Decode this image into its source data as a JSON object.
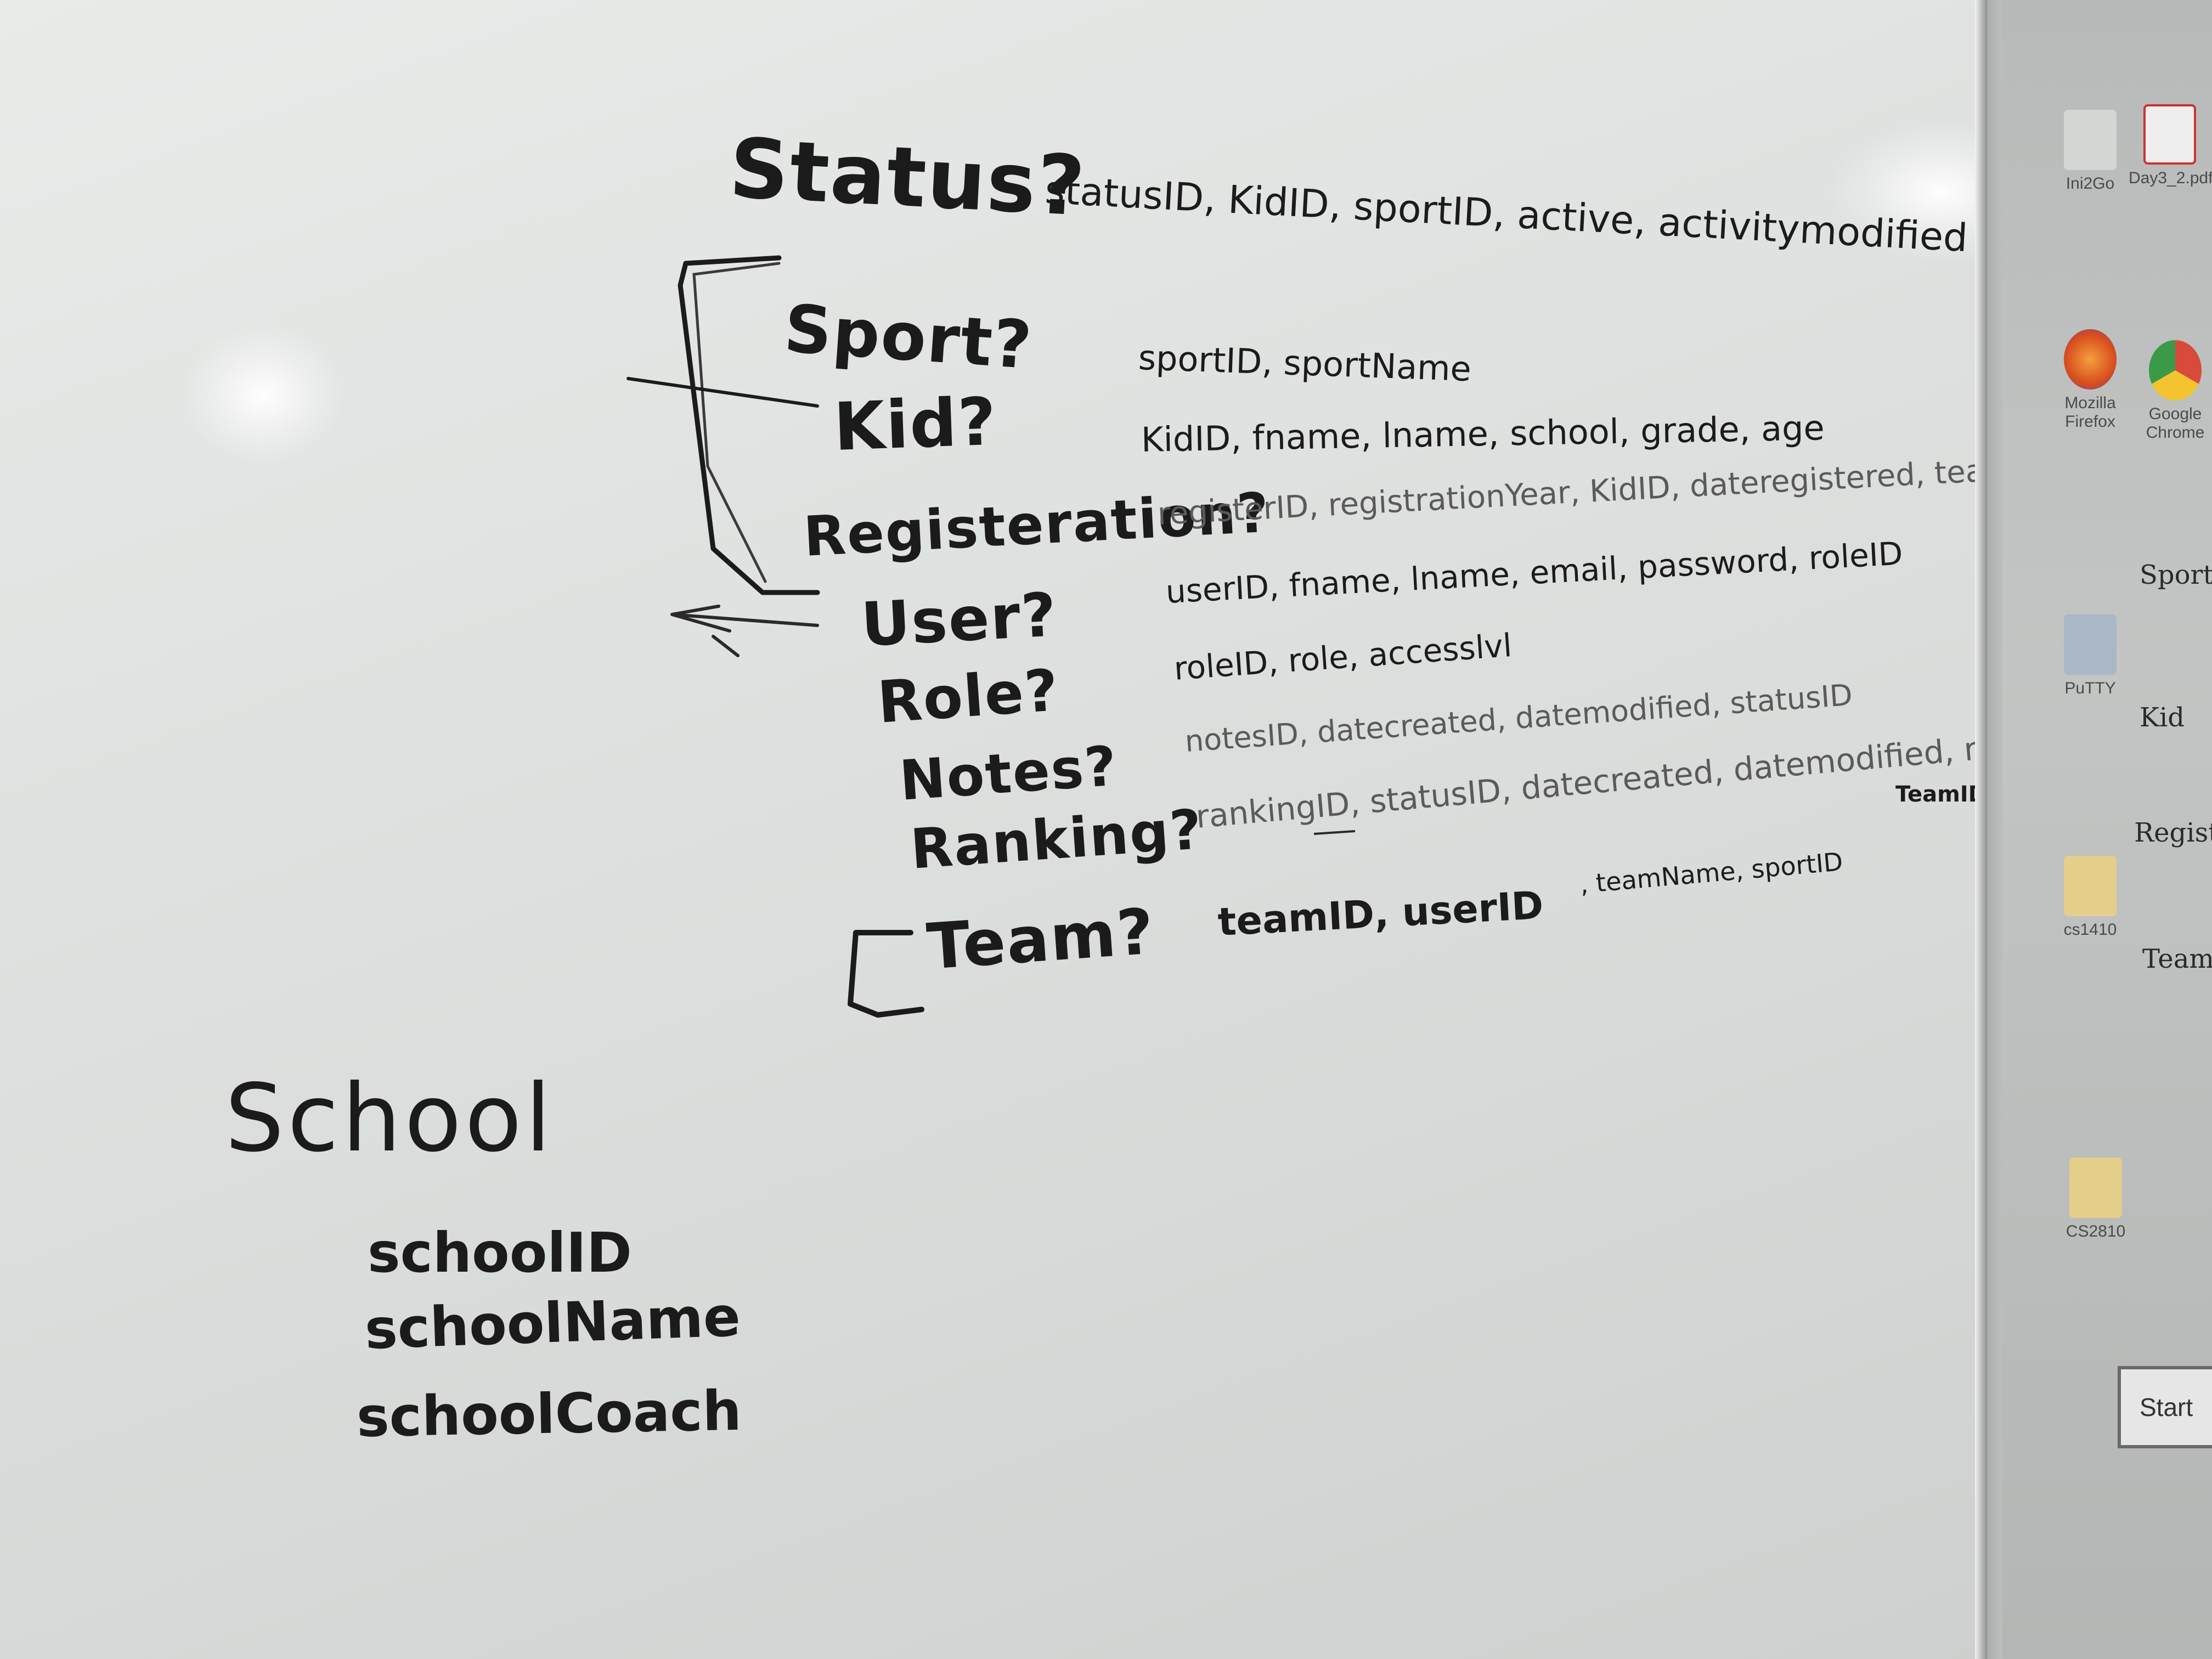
{
  "entities": [
    {
      "name": "Status?",
      "fields": "statusID, KidID, sportID, active, activitymodified"
    },
    {
      "name": "Sport?",
      "fields": "sportID, sportName"
    },
    {
      "name": "Kid?",
      "fields": "KidID, fname, lname, school, grade, age"
    },
    {
      "name": "Registeration?",
      "fields": "registerID, registrationYear, KidID, dateregistered, teamID"
    },
    {
      "name": "User?",
      "fields": "userID, fname, lname, email, password, roleID"
    },
    {
      "name": "Role?",
      "fields": "roleID, role, accesslvl"
    },
    {
      "name": "Notes?",
      "fields": "notesID, datecreated, datemodified, statusID"
    },
    {
      "name": "Ranking?",
      "fields": "rankingID, statusID, datecreated, datemodified, rank,",
      "fields_extra": "TeamID"
    },
    {
      "name": "Team?",
      "fields": "teamID, userID",
      "fields_extra": ", teamName, sportID"
    }
  ],
  "school": {
    "title": "School",
    "fields": [
      "schoolID",
      "schoolName",
      "schoolCoach"
    ]
  },
  "desktop": {
    "icons": [
      "Ini2Go",
      "Day3_2.pdf",
      "Mozilla Firefox",
      "Google Chrome",
      "PuTTY",
      "cs1410",
      "CS2810"
    ],
    "notes": [
      "Sport",
      "Kid",
      "Registr",
      "Team"
    ],
    "start_label": "Start"
  },
  "colors": {
    "ink": "#1b1b1b",
    "board": "#e3e6e4",
    "wood": "#8a5a3c"
  }
}
